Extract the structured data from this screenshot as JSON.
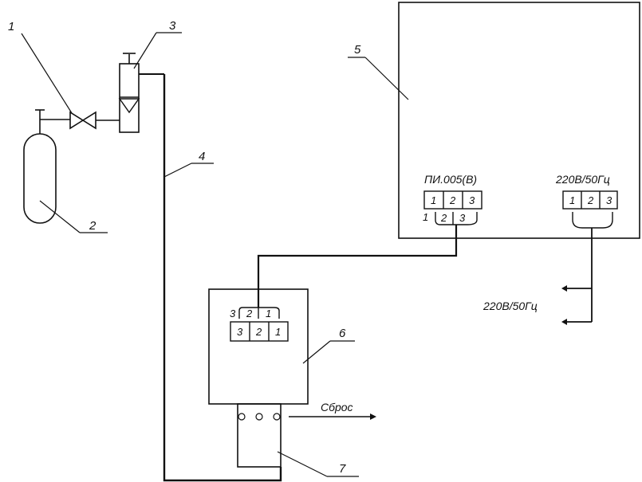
{
  "callouts": {
    "c1": "1",
    "c2": "2",
    "c3": "3",
    "c4": "4",
    "c5": "5",
    "c6": "6",
    "c7": "7"
  },
  "controller": {
    "sensor_port_label": "ПИ.005(В)",
    "power_port_label": "220В/50Гц",
    "sensor_port_pins": [
      "1",
      "2",
      "3"
    ],
    "sensor_plug_pins": [
      "1",
      "2",
      "3"
    ],
    "power_port_pins": [
      "1",
      "2",
      "3"
    ]
  },
  "mains_label": "220В/50Гц",
  "sensor_block": {
    "plug_pins": [
      "3",
      "2",
      "1"
    ],
    "socket_pins": [
      "3",
      "2",
      "1"
    ]
  },
  "vent_label": "Сброс",
  "colors": {
    "line": "#111111",
    "background": "#ffffff"
  }
}
